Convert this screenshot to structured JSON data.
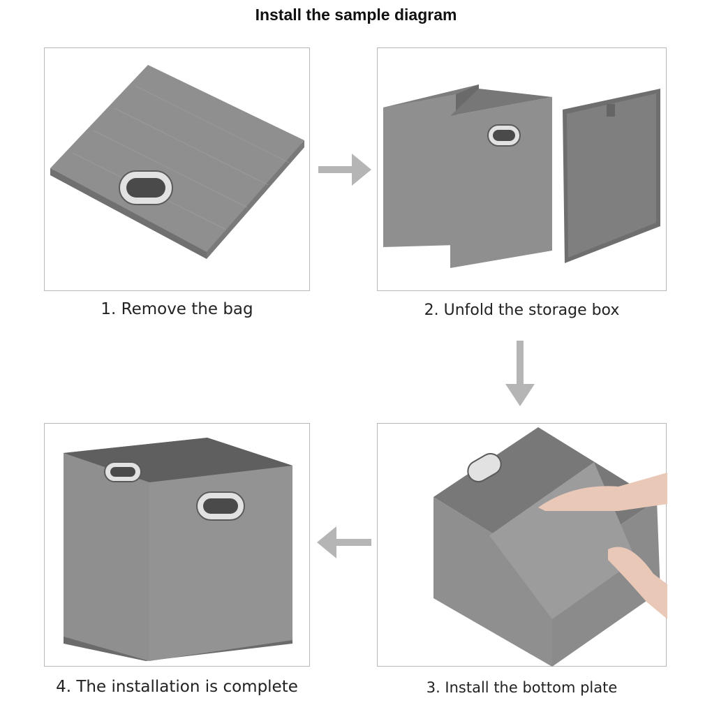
{
  "title": "Install the sample diagram",
  "steps": [
    {
      "caption": "1. Remove the bag"
    },
    {
      "caption": "2. Unfold the storage box"
    },
    {
      "caption": "3. Install the bottom plate"
    },
    {
      "caption": "4. The installation is complete"
    }
  ],
  "arrows": [
    "arrow-right-icon",
    "arrow-down-icon",
    "arrow-left-icon"
  ],
  "colors": {
    "fabric": "#8f8f8f",
    "fabric_dark": "#6f6f6f",
    "fabric_light": "#a9a9a9",
    "arrow": "#b5b5b5",
    "border": "#b8b8b8"
  }
}
